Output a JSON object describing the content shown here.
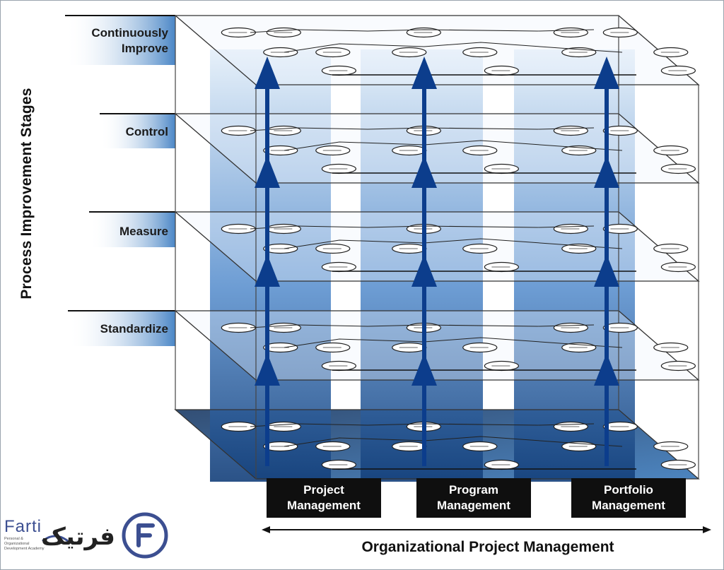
{
  "vertical_axis_label": "Process Improvement Stages",
  "stages": [
    {
      "label_line1": "Continuously",
      "label_line2": "Improve"
    },
    {
      "label_line1": "Control",
      "label_line2": ""
    },
    {
      "label_line1": "Measure",
      "label_line2": ""
    },
    {
      "label_line1": "Standardize",
      "label_line2": ""
    }
  ],
  "domains": [
    {
      "line1": "Project",
      "line2": "Management"
    },
    {
      "line1": "Program",
      "line2": "Management"
    },
    {
      "line1": "Portfolio",
      "line2": "Management"
    }
  ],
  "bottom_title": "Organizational Project Management",
  "logo": {
    "latin": "Farti",
    "persian": "فرتیک",
    "subtitle_line1": "Personal &",
    "subtitle_line2": "Organizational",
    "subtitle_line3": "Development Academy"
  },
  "colors": {
    "arrow": "#0c3d8c",
    "column_top": "#dbe9f6",
    "column_bottom": "#14467f",
    "label_bg": "#4a86c6",
    "box": "#0f0f0f",
    "logo_blue": "#3c4f91"
  }
}
